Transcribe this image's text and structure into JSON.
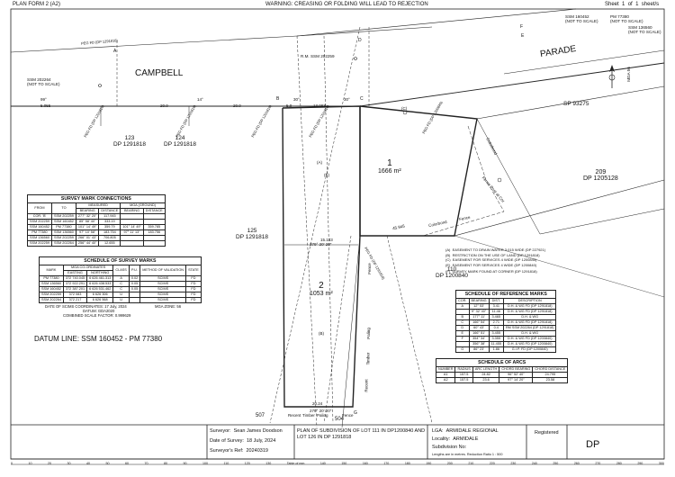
{
  "header": {
    "form": "PLAN FORM 2 (A2)",
    "warning": "WARNING: CREASING OR FOLDING WILL LEAD TO REJECTION",
    "sheet_label": "Sheet",
    "sheet_num": "1",
    "of_label": "of",
    "sheet_total": "1",
    "sheets_label": "sheet/s"
  },
  "streets": {
    "campbell": "CAMPBELL",
    "parade": "PARADE"
  },
  "marks": {
    "ssm160452": "SSM 160452",
    "pm77380": "PM 77380",
    "not_to_scale_1": "(NOT TO SCALE)",
    "not_to_scale_2": "(NOT TO SCALE)",
    "ssm136560": "SSM 136560",
    "not_to_scale_3": "(NOT TO SCALE)",
    "ssm202264": "SSM 202264",
    "not_to_scale_4": "(NOT TO SCALE)",
    "rm": "R.M. SSM 202259",
    "sp": "SP 93275",
    "north": "MGA 56"
  },
  "lots": {
    "lot123_num": "123",
    "lot123_dp": "DP 1291818",
    "lot124_num": "124",
    "lot124_dp": "DP 1291818",
    "lot125_num": "125",
    "lot125_dp": "DP 1291818",
    "lot209_num": "209",
    "lot209_dp": "DP 1205128",
    "lot110_num": "110",
    "lot110_dp": "DP 1200840",
    "lot507": "507",
    "lot504": "504",
    "lot1_num": "1",
    "lot1_area": "1666 m²",
    "lot2_num": "2",
    "lot2_area": "1053 m²"
  },
  "corners": {
    "a": "A",
    "b": "B",
    "c": "C",
    "d": "D",
    "e": "E",
    "f": "F",
    "g": "G"
  },
  "dims": {
    "d99": "99°",
    "d14": "14°",
    "d30a": "30°",
    "d30b": "30°",
    "l5055": "5.055",
    "l20a": "20.0",
    "l20b": "20.0",
    "l50": "5.0",
    "l13093": "13.093",
    "l15133": "15.133",
    "l45945": "45.945",
    "l2024": "20.24",
    "b279a": "279°",
    "b20a": "20'",
    "b30a": "20\"",
    "b279b": "279°",
    "b20b": "20'",
    "b30b": "20\"",
    "recent1": "Recent",
    "timber1": "Timber",
    "paling1": "Paling",
    "fence1": "Fence",
    "paling2": "Paling",
    "timber2": "Timber",
    "recent2": "Recent",
    "fence2": "Fence",
    "colorbond": "Colorbond",
    "fence3": "Fence",
    "fencepost": "Fence Post at Cnr",
    "colorbond2": "Colorbond",
    "peg1": "PEG FD (DP 1291818)",
    "peg2": "PEG FD (DP 1291818)",
    "peg3": "PEG FD (DP 1291818)",
    "peg4": "PEG FD (DP 1291818)",
    "peg5": "PEG FD (DP 1200840)",
    "peg6": "PEG FD (DP 1291818)",
    "peg7": "PEG FD (DP 1291818)",
    "a_mark": "(A)",
    "b_mark": "(B)",
    "c_mark": "(C)",
    "e_mark": "(E)"
  },
  "survey_mark_connections": {
    "title": "SURVEY MARK CONNECTIONS",
    "headers": [
      "FROM",
      "TO",
      "BEARING",
      "DISTANCE",
      "BEARING",
      "DISTANCE"
    ],
    "group_measured": "MEASURED",
    "group_mga": "MGA (GROUND)",
    "rows": [
      [
        "COR. 'B'",
        "SSM 202259",
        "277° 32' 20\"",
        "117.945",
        "",
        ""
      ],
      [
        "SSM 202259",
        "SSM 160452",
        "85° 58' 40\"",
        "333.19",
        "",
        ""
      ],
      [
        "SSM 160452",
        "PM 77380",
        "101° 14' 49\"",
        "359.79",
        "101° 14' 49\"",
        "359.785"
      ],
      [
        "PM 77380",
        "SSM 136560",
        "97° 10' 58\"",
        "183.754",
        "97° 11' 13\"",
        "183.756"
      ],
      [
        "SSM 136560",
        "SSM 202259",
        "266° 01' 43\"",
        "706.805",
        "",
        ""
      ],
      [
        "SSM 202259",
        "SSM 202264",
        "256° 44' 40\"",
        "12.655",
        "",
        ""
      ]
    ]
  },
  "schedule_survey_marks": {
    "title": "SCHEDULE OF SURVEY MARKS",
    "headers": [
      "MARK",
      "EASTING",
      "NORTHING",
      "CLASS",
      "P.U.",
      "METHOD OF VALIDATION",
      "STATE"
    ],
    "group_mga": "MGA CO-ORDINATES",
    "rows": [
      [
        "PM 77380",
        "372 740.045",
        "6 626 461.313",
        "A",
        "0.02",
        "SCIMS",
        "FD"
      ],
      [
        "SSM 136560",
        "372 922.291",
        "6 626 438.533",
        "C",
        "0.05",
        "SCIMS",
        "FD"
      ],
      [
        "SSM 160452",
        "372 387.201",
        "6 626 531.462",
        "C",
        "0.05",
        "SCIMS",
        "FD"
      ],
      [
        "SSM 202259",
        "372 083",
        "6 626 306",
        "U",
        "",
        "SCIMS",
        "FD"
      ],
      [
        "SSM 202264",
        "372 217",
        "6 626 568",
        "U",
        "",
        "SCIMS",
        "FD"
      ]
    ],
    "date_line": "DATE OF SCIMS COORDINATES: 17 July, 2024",
    "mga_zone": "MGA ZONE: 56",
    "datum": "DATUM: GDA2020",
    "csf": "COMBINED SCALE FACTOR: 0.999629"
  },
  "datum_line": "DATUM LINE: SSM 160452 - PM 77380",
  "legend": [
    [
      "(A)",
      "EASEMENT TO DRAIN WATER 3.015 WIDE (DP 227921)"
    ],
    [
      "(B)",
      "RESTRICTION ON THE USE OF LAND (DP 1291818)"
    ],
    [
      "(C)",
      "EASEMENT FOR SERVICES 4 WIDE (DP 1200840)"
    ],
    [
      "(E)",
      "EASEMENT FOR SERVICES 4 WIDE (DP 1200840)"
    ],
    [
      "(F)",
      "SURVEY MARK FOUND AT CORNER (DP 1291818)"
    ]
  ],
  "schedule_reference_marks": {
    "title": "SCHEDULE OF REFERENCE MARKS",
    "headers": [
      "COR.",
      "BEARING",
      "DIST.",
      "DESCRIPTION"
    ],
    "rows": [
      [
        "A",
        "12° 53'",
        "3.41",
        "D.H. & WG FD (DP 1291818)"
      ],
      [
        "",
        "9° 32' 40\"",
        "11.46",
        "D.H. & WG FD (DP 1291818)"
      ],
      [
        "B",
        "177° 11'",
        "3.465",
        "D.H. & WG"
      ],
      [
        "C",
        "166° 54'",
        "2.71",
        "D.H. & WG FD (DP 1291818)"
      ],
      [
        "D",
        "60° 43'",
        "0.4",
        "RM SSM 202264 (DP 1291818)"
      ],
      [
        "E",
        "166° 51'",
        "3.455",
        "D.H. & WG"
      ],
      [
        "F",
        "354° 34'",
        "3.355",
        "D.H. & WG FD (DP 1200840)"
      ],
      [
        "",
        "356° 38'",
        "11.455",
        "D.H. & WG FD (DP 1200840)"
      ],
      [
        "G",
        "86° 23'",
        "1.86",
        "G.I.P. FD (DP 1200840)"
      ]
    ]
  },
  "schedule_arcs": {
    "title": "SCHEDULE OF ARCS",
    "headers": [
      "NUMBER",
      "RADIUS",
      "ARC LENGTH",
      "CHORD BEARING",
      "CHORD DISTANCE"
    ],
    "rows": [
      [
        "A1",
        "157.5",
        "24.82",
        "96° 52' 40\"",
        "24.795"
      ],
      [
        "A2",
        "157.5",
        "23.6",
        "97° 14' 20\"",
        "23.58"
      ]
    ]
  },
  "footer": {
    "surveyor_label": "Surveyor:",
    "surveyor": "Sean James Doodson",
    "date_label": "Date of Survey:",
    "date": "18 July, 2024",
    "ref_label": "Surveyor's Ref:",
    "ref": "20240319",
    "title_line1": "PLAN OF SUBDIVISION OF LOT 111 IN DP1200840 AND",
    "title_line2": "LOT 126 IN DP 1291818",
    "lga_label": "LGA:",
    "lga": "ARMIDALE REGIONAL",
    "locality_label": "Locality:",
    "locality": "ARMIDALE",
    "subdiv_label": "Subdivision No:",
    "lengths_note": "Lengths are in metres. Reduction Ratio 1 : 500",
    "registered": "Registered",
    "dp": "DP"
  },
  "ruler": [
    "0",
    "10",
    "20",
    "30",
    "40",
    "50",
    "60",
    "70",
    "80",
    "90",
    "100",
    "110",
    "120",
    "130",
    "Table of mm",
    "140",
    "150",
    "160",
    "170",
    "180",
    "190",
    "200",
    "210",
    "220",
    "230",
    "240",
    "250",
    "260",
    "270",
    "280",
    "290",
    "300"
  ]
}
